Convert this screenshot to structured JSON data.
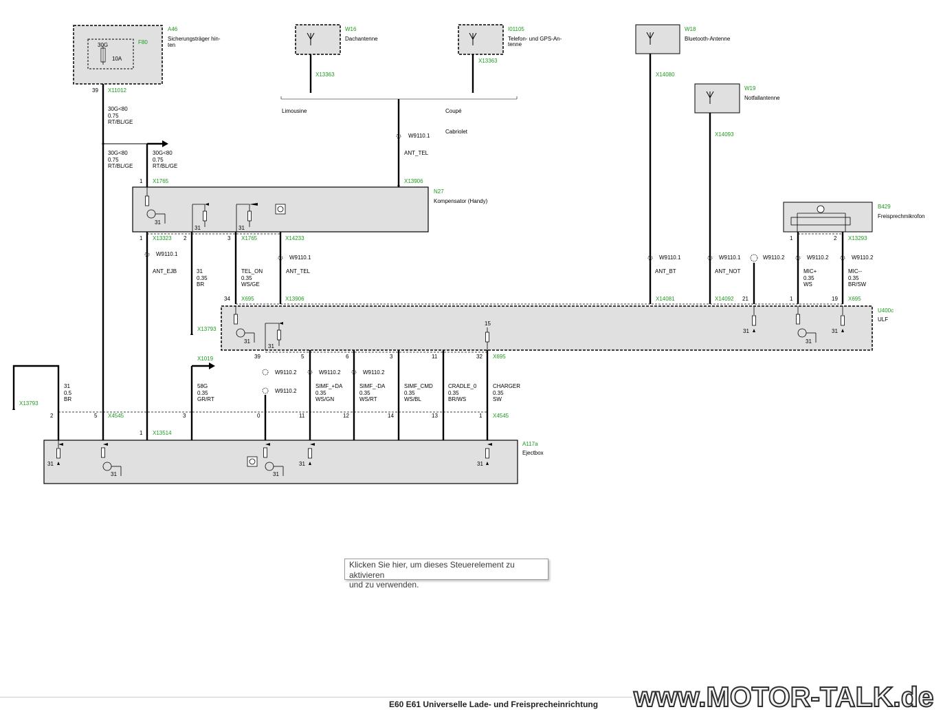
{
  "components": {
    "A46": {
      "id": "A46",
      "name1": "Sicherungsträger hin-",
      "name2": "ten",
      "fuse_id": "F80",
      "fuse_term": "30G",
      "fuse_rating": "10A"
    },
    "W16": {
      "id": "W16",
      "name": "Dachantenne"
    },
    "I01105": {
      "id": "I01105",
      "name1": "Telefon- und GPS-An-",
      "name2": "tenne"
    },
    "W18": {
      "id": "W18",
      "name": "Bluetooth-Antenne"
    },
    "W19": {
      "id": "W19",
      "name": "Notfallantenne"
    },
    "N27": {
      "id": "N27",
      "name": "Kompensator (Handy)"
    },
    "B429": {
      "id": "B429",
      "name": "Freisprechmikrofon"
    },
    "U400c": {
      "id": "U400c",
      "name": "ULF"
    },
    "A117a": {
      "id": "A117a",
      "name": "Ejectbox"
    }
  },
  "connectors": {
    "x11012": "X11012",
    "x13363": "X13363",
    "x14080": "X14080",
    "x14093": "X14093",
    "x1765": "X1765",
    "x13906": "X13906",
    "x13323": "X13323",
    "x14233": "X14233",
    "x13293": "X13293",
    "x695": "X695",
    "x14081": "X14081",
    "x14092": "X14092",
    "x13793": "X13793",
    "x1019": "X1019",
    "x4545": "X4545",
    "x13514": "X13514"
  },
  "variants": {
    "limousine": "Limousine",
    "coupe": "Coupé",
    "cabriolet": "Cabriolet"
  },
  "splices": {
    "w9110_1": "W9110.1",
    "w9110_2": "W9110.2"
  },
  "signals": {
    "ant_tel": "ANT_TEL",
    "ant_ejb": "ANT_EJB",
    "ant_bt": "ANT_BT",
    "ant_not": "ANT_NOT",
    "tel_on": "TEL_ON",
    "mic_p": "MIC+",
    "mic_m": "MIC--",
    "simf_pda": "SIMF_+DA",
    "simf_mda": "SIMF_-DA",
    "simf_cmd": "SIMF_CMD",
    "cradle": "CRADLE_0",
    "charger": "CHARGER"
  },
  "wires": {
    "w30g": {
      "sig": "30G<80",
      "size": "0.75",
      "color": "RT/BL/GE"
    },
    "w31br": {
      "sig": "31",
      "size": "0.35",
      "color": "BR"
    },
    "tel_on": {
      "size": "0.35",
      "color": "WS/GE"
    },
    "mic_p": {
      "size": "0.35",
      "color": "WS"
    },
    "mic_m": {
      "size": "0.35",
      "color": "BR/SW"
    },
    "simf_pda": {
      "size": "0.35",
      "color": "WS/GN"
    },
    "simf_mda": {
      "size": "0.35",
      "color": "WS/RT"
    },
    "simf_cmd": {
      "size": "0.35",
      "color": "WS/BL"
    },
    "cradle": {
      "size": "0.35",
      "color": "BR/WS"
    },
    "charger": {
      "size": "0.35",
      "color": "SW"
    },
    "w31_05": {
      "sig": "31",
      "size": "0.5",
      "color": "BR"
    },
    "w58g": {
      "sig": "58G",
      "size": "0.35",
      "color": "GR/RT"
    }
  },
  "pins": {
    "p1": "1",
    "p2": "2",
    "p3": "3",
    "p5": "5",
    "p6": "6",
    "p11": "11",
    "p12": "12",
    "p13": "13",
    "p14": "14",
    "p15": "15",
    "p19": "19",
    "p21": "21",
    "p31": "31",
    "p32": "32",
    "p34": "34",
    "p39": "39",
    "p0": "0"
  },
  "tooltip": {
    "line1": "Klicken Sie hier, um dieses Steuerelement zu aktivieren",
    "line2": "und zu verwenden."
  },
  "footer": {
    "title": "E60 E61 Universelle Lade- und Freisprecheinrichtung"
  },
  "watermark": "www.MOTOR-TALK.de",
  "colors": {
    "component_fill": "#e0e0e0",
    "connector_label": "#1c9a1c",
    "wire": "#000000"
  }
}
